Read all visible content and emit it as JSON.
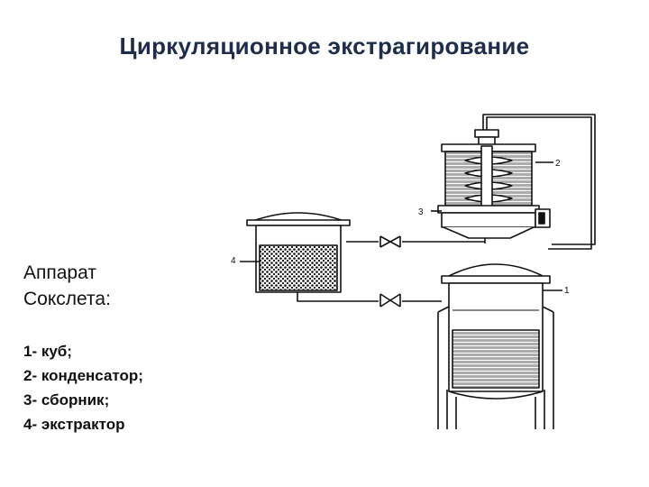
{
  "title": "Циркуляционное экстрагирование",
  "caption_lines": [
    "Аппарат",
    "Сокслета:"
  ],
  "legend": [
    "1- куб;",
    "2- конденсатор;",
    "3- сборник;",
    "4- экстрактор"
  ],
  "diagram_labels": {
    "cube": "1",
    "condenser": "2",
    "collector": "3",
    "extractor": "4"
  },
  "colors": {
    "title": "#1f2d4d",
    "ink": "#111111"
  }
}
